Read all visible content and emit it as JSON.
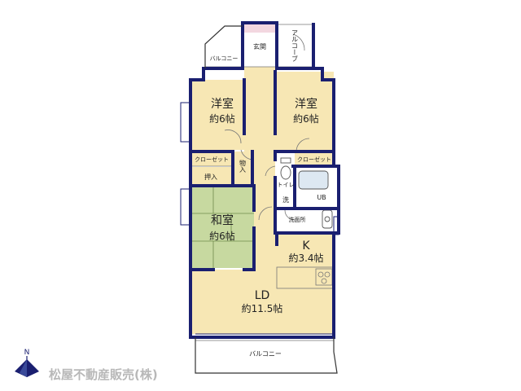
{
  "rooms": {
    "entrance": "玄関",
    "alcove": "アルコーブ",
    "balcony_top": "バルコニー",
    "western_left": {
      "name": "洋室",
      "size": "約6帖"
    },
    "western_right": {
      "name": "洋室",
      "size": "約6帖"
    },
    "closet_left": "クローゼット",
    "closet_right": "クローゼット",
    "storage": "物入",
    "oshiire": "押入",
    "toilet": "トイレ",
    "wash": "洗",
    "unit_bath": "UB",
    "washroom": "洗面所",
    "japanese": {
      "name": "和室",
      "size": "約6帖"
    },
    "kitchen": {
      "name": "K",
      "size": "約3.4帖"
    },
    "living_dining": {
      "name": "LD",
      "size": "約11.5帖"
    },
    "balcony_bottom": "バルコニー"
  },
  "company": "松屋不動産販売(株)",
  "compass": "N",
  "colors": {
    "wall": "#1a1f70",
    "floor": "#f7e7b4",
    "tatami": "#c7d9a0",
    "wet": "#ffffff",
    "balcony": "#ffffff",
    "entrance_mat": "#f3d7e0"
  }
}
